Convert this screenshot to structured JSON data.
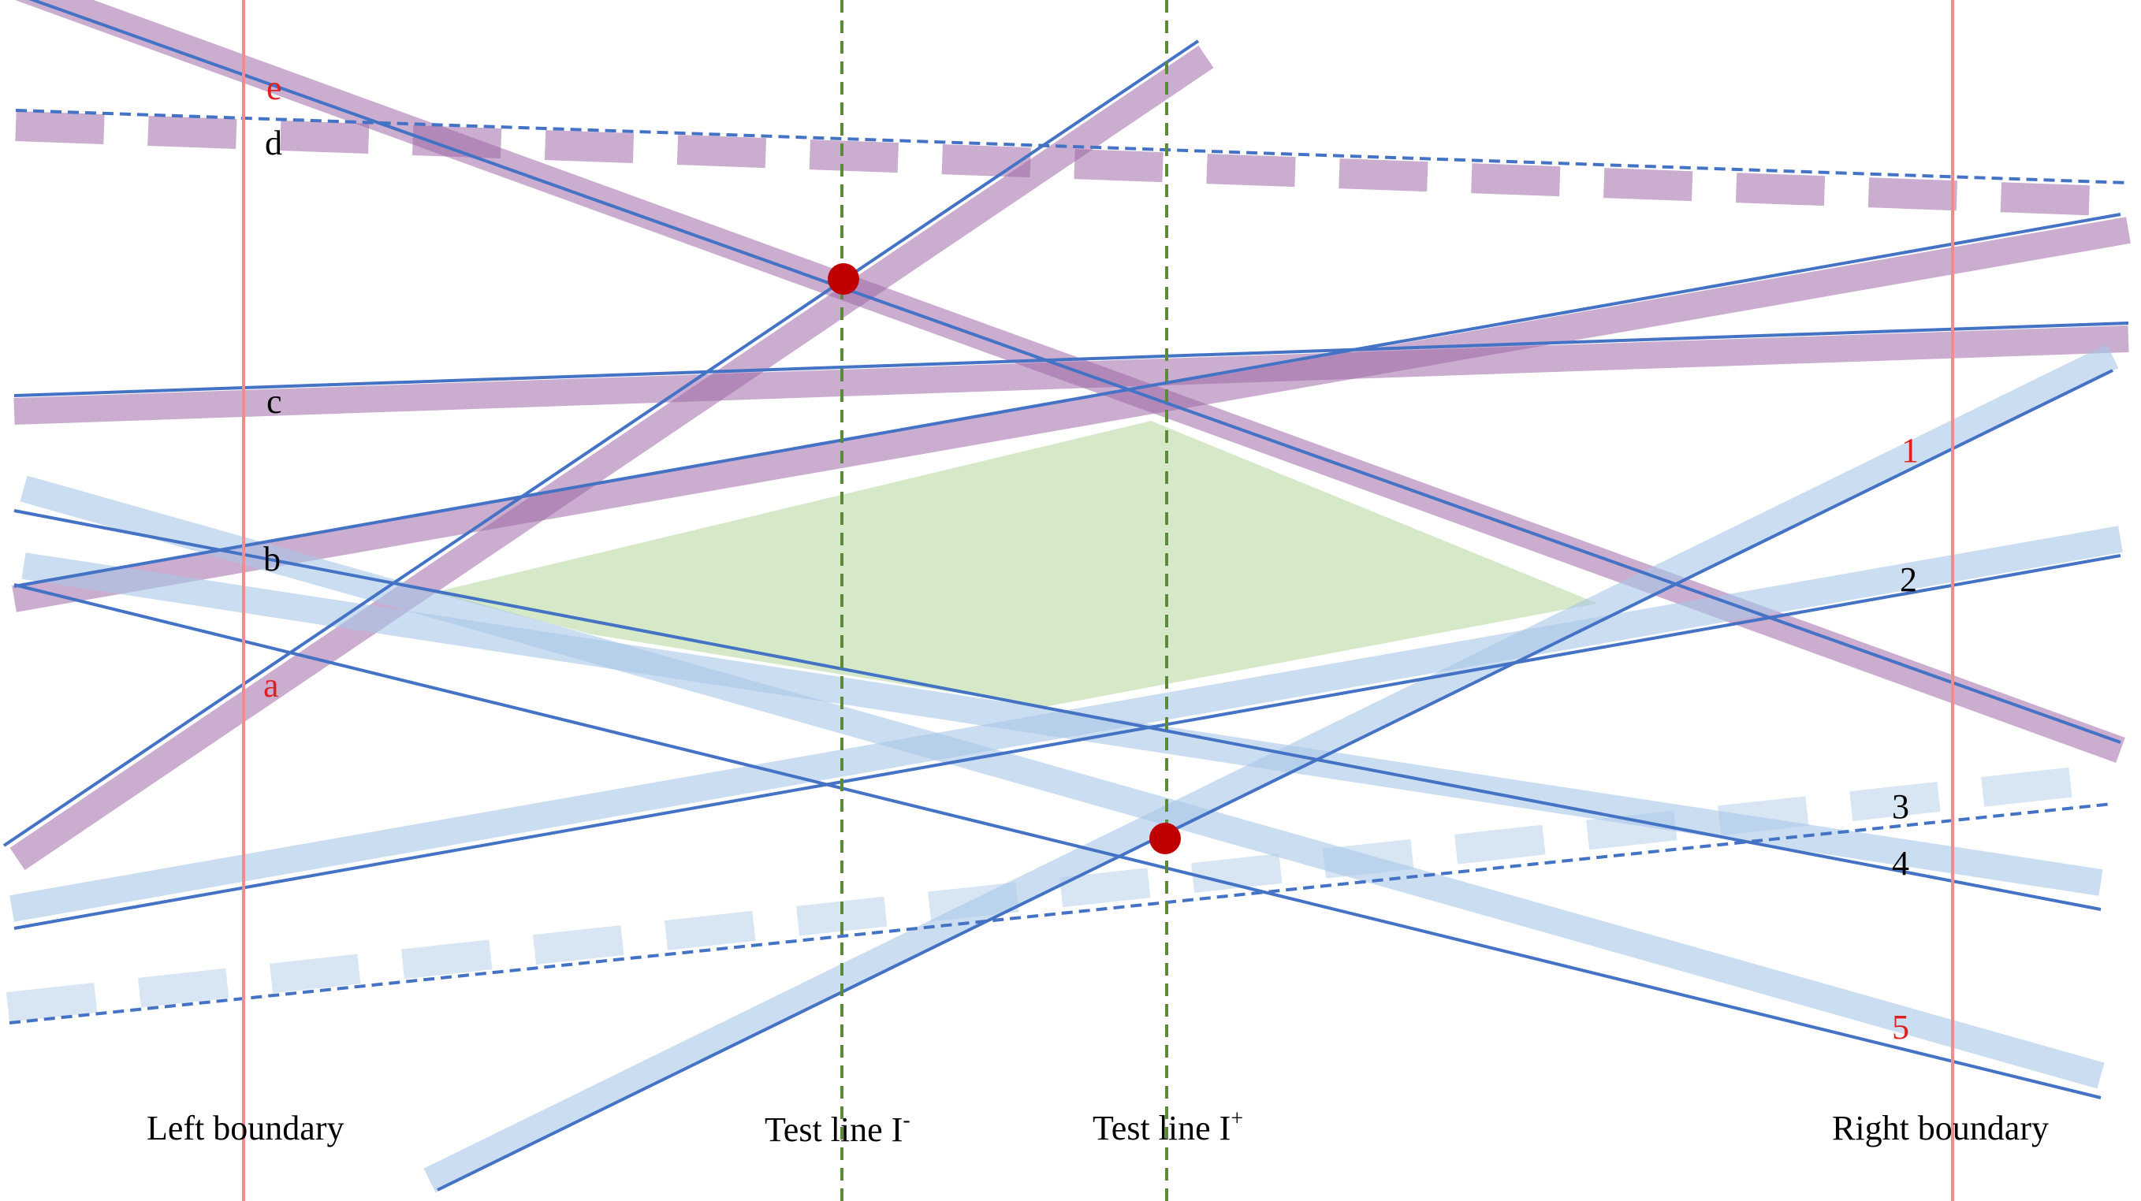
{
  "colors": {
    "purple_band": "#9e6aa8",
    "blue_band": "#a9c7e6",
    "line": "#4472c4",
    "boundary": "#f28b8f",
    "test_line": "#5b8a3a",
    "region": "#d5e8c8",
    "point": "#c00000",
    "label_red": "#e02020",
    "label_black": "#000000"
  },
  "upper_labels": {
    "a": "a",
    "b": "b",
    "c": "c",
    "d": "d",
    "e": "e"
  },
  "lower_labels": {
    "l1": "1",
    "l2": "2",
    "l3": "3",
    "l4": "4",
    "l5": "5"
  },
  "captions": {
    "left_boundary": "Left boundary",
    "test_minus_text": "Test line I",
    "test_minus_sup": "-",
    "test_plus_text": "Test line I",
    "test_plus_sup": "+",
    "right_boundary": "Right boundary"
  }
}
